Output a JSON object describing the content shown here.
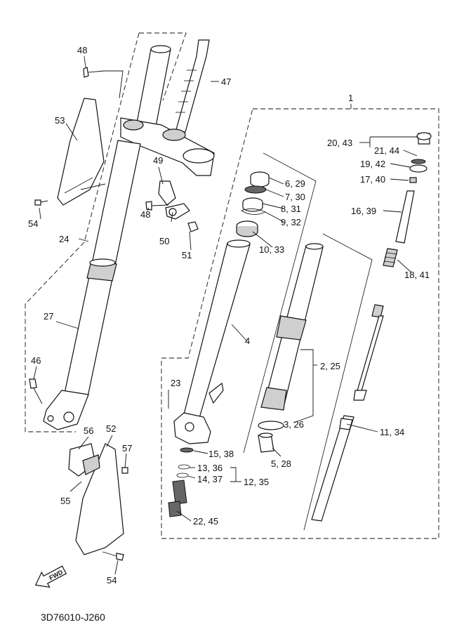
{
  "diagram_code": "3D76010-J260",
  "fwd_label": "FWD",
  "callouts": {
    "c1": "1",
    "c2_25": "2, 25",
    "c3_26": "3, 26",
    "c4": "4",
    "c5_28": "5, 28",
    "c6_29": "6, 29",
    "c7_30": "7, 30",
    "c8_31": "8, 31",
    "c9_32": "9, 32",
    "c10_33": "10, 33",
    "c11_34": "11, 34",
    "c12_35": "12, 35",
    "c13_36": "13, 36",
    "c14_37": "14, 37",
    "c15_38": "15, 38",
    "c16_39": "16, 39",
    "c17_40": "17, 40",
    "c18_41": "18, 41",
    "c19_42": "19, 42",
    "c20_43": "20, 43",
    "c21_44": "21, 44",
    "c22_45": "22, 45",
    "c23": "23",
    "c24": "24",
    "c27": "27",
    "c46": "46",
    "c47": "47",
    "c48a": "48",
    "c48b": "48",
    "c49": "49",
    "c50": "50",
    "c51": "51",
    "c52": "52",
    "c53": "53",
    "c54a": "54",
    "c54b": "54",
    "c55": "55",
    "c56": "56",
    "c57": "57"
  }
}
